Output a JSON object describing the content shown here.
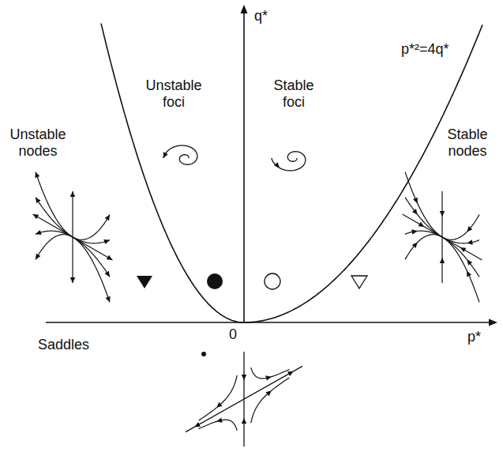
{
  "diagram": {
    "labels": [
      "q*",
      "p*²=4q*",
      "Unstable foci",
      "Stable foci",
      "Unstable nodes",
      "Stable nodes",
      "0",
      "p*",
      "Saddles"
    ]
  }
}
